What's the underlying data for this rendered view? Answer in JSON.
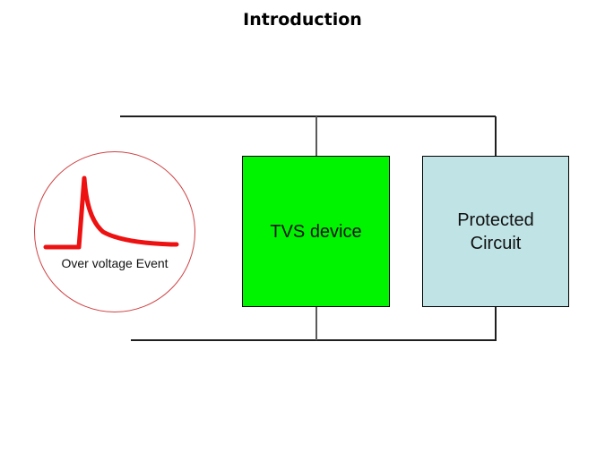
{
  "slide": {
    "title": "Introduction"
  },
  "diagram": {
    "overvoltage_event": {
      "label": "Over voltage Event",
      "circle_border_color": "#cf4244",
      "waveform_color": "#ee1111"
    },
    "tvs_device": {
      "label": "TVS device",
      "fill": "#00f400",
      "border_color": "#000000"
    },
    "protected_circuit": {
      "label": "Protected\nCircuit",
      "fill": "#c0e3e5",
      "border_color": "#000000"
    },
    "connectors": {
      "bus_color": "#1f1f1f",
      "branch_color": "#5a5a5a"
    }
  }
}
